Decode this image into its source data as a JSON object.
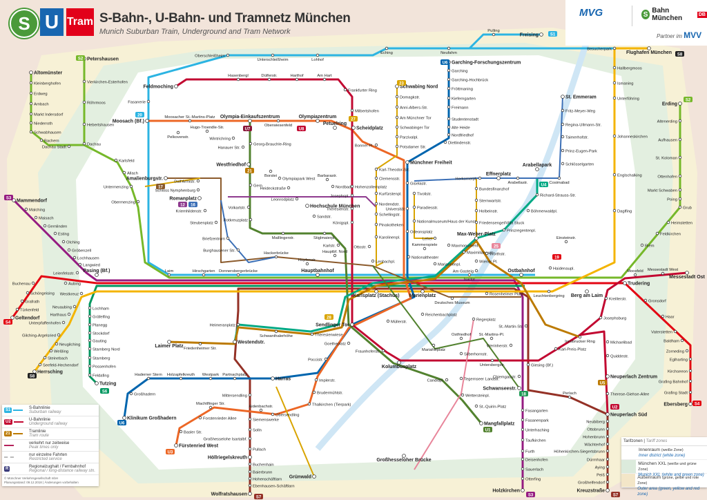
{
  "header": {
    "logo_s": "S",
    "logo_u": "U",
    "logo_tram": "Tram",
    "title": "S-Bahn-, U-Bahn- und Tramnetz München",
    "subtitle": "Munich Suburban Train, Underground and Tram Network",
    "mvg": "MVG",
    "sbahn_brand": "Bahn München",
    "sbahn_s": "S",
    "db": "DB",
    "partner": "Partner im",
    "mvv": "MVV"
  },
  "colors": {
    "S1": "#2cb4e2",
    "S2": "#76b82a",
    "S3": "#951b81",
    "S4": "#e30613",
    "S6": "#00975f",
    "S7": "#943126",
    "S8": "#f4b400",
    "U1": "#52822f",
    "U2": "#c20831",
    "U3": "#ec6726",
    "U4": "#00a984",
    "U5": "#bc7a00",
    "U6": "#0065ae",
    "tram": "#d9a400",
    "tram_pink": "#e8859a",
    "tram_brown": "#8b5a2b",
    "tram_purple": "#8e3a8e",
    "tram_blue": "#3b6fb6"
  },
  "legend": {
    "items": [
      {
        "badge": "S1",
        "label": "S-Bahnlinie",
        "label_en": "Suburban railway"
      },
      {
        "badge": "U2",
        "label": "U-Bahnlinie",
        "label_en": "Underground railway"
      },
      {
        "badge": "21",
        "label": "Tramlinie",
        "label_en": "Tram route"
      },
      {
        "badge": "",
        "label": "verkehrt nur zeitweise",
        "label_en": "Peak times only"
      },
      {
        "badge": "",
        "label": "nur einzelne Fahrten",
        "label_en": "Restricted service"
      },
      {
        "badge": "R",
        "label": "Regionalzughalt / Fernbahnhof",
        "label_en": "Regional / long-distance railway stn."
      }
    ],
    "copyright": "© Münchner Verkehrsgesellschaft mbH",
    "status": "Planungsstand: 09.12.2018 | Änderungen vorbehalten"
  },
  "tariff": {
    "title": "Tarifzonen",
    "title_en": "Tariff zones",
    "zones": [
      {
        "name": "Innenraum",
        "note": "(weiße Zone)",
        "name_en": "Inner district",
        "note_en": "(white zone)",
        "color": "#ffffff"
      },
      {
        "name": "München XXL",
        "note": "(weiße und grüne Zone)",
        "name_en": "Munich XXL",
        "note_en": "(white and green zone)",
        "color": "#dcebdc"
      },
      {
        "name": "Außenraum",
        "note": "(grüne, gelbe und rote Zone)",
        "name_en": "Outer area",
        "note_en": "(green, yellow and red zone)",
        "color": "#f3e6c8"
      }
    ]
  },
  "badges": [
    {
      "text": "S1",
      "color": "#2cb4e2"
    },
    {
      "text": "S8",
      "color": "#222222"
    },
    {
      "text": "S2",
      "color": "#76b82a"
    },
    {
      "text": "S2",
      "color": "#76b82a"
    },
    {
      "text": "S3",
      "color": "#951b81"
    },
    {
      "text": "S4",
      "color": "#e30613"
    },
    {
      "text": "S8",
      "color": "#222222"
    },
    {
      "text": "S6",
      "color": "#00975f"
    },
    {
      "text": "S7",
      "color": "#943126"
    },
    {
      "text": "S3",
      "color": "#951b81"
    },
    {
      "text": "S7",
      "color": "#943126"
    },
    {
      "text": "S4",
      "color": "#e30613"
    },
    {
      "text": "U6",
      "color": "#0065ae"
    },
    {
      "text": "U6",
      "color": "#0065ae"
    },
    {
      "text": "U3",
      "color": "#ec6726"
    },
    {
      "text": "U1",
      "color": "#52822f"
    },
    {
      "text": "U4",
      "color": "#00a984"
    },
    {
      "text": "U5",
      "color": "#bc7a00"
    },
    {
      "text": "U2",
      "color": "#c20831"
    },
    {
      "text": "U7",
      "color": "#8a1538"
    },
    {
      "text": "U8",
      "color": "#c20831"
    },
    {
      "text": "23",
      "color": "#d9a400"
    },
    {
      "text": "17",
      "color": "#8b5a2b"
    },
    {
      "text": "12",
      "color": "#8e3a8e"
    },
    {
      "text": "16",
      "color": "#3b6fb6"
    },
    {
      "text": "27",
      "color": "#d9a400"
    },
    {
      "text": "28",
      "color": "#d9a400"
    },
    {
      "text": "18",
      "color": "#1f9a55"
    },
    {
      "text": "19",
      "color": "#e30613"
    },
    {
      "text": "25",
      "color": "#e8859a"
    },
    {
      "text": "20",
      "color": "#2cb4e2"
    },
    {
      "text": "21",
      "color": "#bc7a00"
    }
  ],
  "stations": [
    "Freising",
    "Pulling",
    "Neufahrn",
    "Eching",
    "Lohhof",
    "Unterschleißheim",
    "Oberschleißheim",
    "Flughafen München",
    "Besucherpark",
    "Hallbergmoos",
    "Ismaning",
    "Unterföhring",
    "Johanneskirchen",
    "Englschalking",
    "Daglfing",
    "Riem",
    "Feldkirchen",
    "Heimstetten",
    "Grub",
    "Poing",
    "Markt Schwaben",
    "Ottenhofen",
    "St. Koloman",
    "Aufhausen",
    "Altenerding",
    "Erding",
    "Garching-Forschungszentrum",
    "Garching",
    "Garching-Hochbrück",
    "Fröttmaning",
    "Kieferngarten",
    "Freimann",
    "Studentenstadt",
    "Alte Heide",
    "Nordfriedhof",
    "Dietlindenstr.",
    "Münchner Freiheit",
    "Giselastr.",
    "Universität",
    "Odeonsplatz",
    "Moosach (Bf.)",
    "Moosacher St.-Martins-Platz",
    "Olympia-Einkaufszentrum",
    "Oberwiesenfeld",
    "Olympiazentrum",
    "Petuelring",
    "Scheidplatz",
    "Bonner Pl.",
    "Feldmoching",
    "Hasenbergl",
    "Dülferstr.",
    "Harthof",
    "Am Hart",
    "Frankfurter Ring",
    "Milbertshofen",
    "Hohenzollernplatz",
    "Josephspl.",
    "Theresienstr.",
    "Königspl.",
    "Schwabing Nord",
    "Domagkstr.",
    "Anni-Albers-Str.",
    "Am Münchner Tor",
    "Schwabinger Tor",
    "Parzivalpl.",
    "Potsdamer Str.",
    "Georg-Brauchle-Ring",
    "Westfriedhof",
    "Gern",
    "Rotkreuzplatz",
    "Maillingerstr.",
    "Stiglmaierpl.",
    "Pelkovenstr.",
    "Hugo-Troendle-Str.",
    "Wintrichring",
    "Hanauer Str.",
    "Borstei",
    "Olympiapark West",
    "Heideckstraße",
    "Leonrodplatz",
    "Hochschule München",
    "Sandstr.",
    "Barbarastr.",
    "Nordbad",
    "Amalienburgstr.",
    "Dall'Armistr.",
    "Schloss Nymphenburg",
    "Romanplatz",
    "Volkartstr.",
    "Kriemhildenstr.",
    "Steubenplatz",
    "Briefzentrum",
    "Burghausener Str.",
    "Laim",
    "Hirschgarten",
    "Donnersbergerbrücke",
    "Hauptbahnhof",
    "Karlsplatz (Stachus)",
    "Marienplatz",
    "Isartor",
    "Rosenheimer Platz",
    "Ostbahnhof",
    "Leuchtenbergring",
    "Berg am Laim",
    "Trudering",
    "Pasing (Bf.)",
    "Leienfelsstr.",
    "Aubing",
    "Westkreuz",
    "Hackerbrücke",
    "Hopfenstr.",
    "Hauptbf. Nord",
    "Karlstr.",
    "Mammendorf",
    "Malching",
    "Maisach",
    "Gernlinden",
    "Esting",
    "Olching",
    "Gröbenzell",
    "Lochhausen",
    "Langwied",
    "Geltendorf",
    "Türkenfeld",
    "Grafrath",
    "Schöngeising",
    "Buchenau",
    "Herrsching",
    "Seefeld-Hechendorf",
    "Steinebach",
    "Weßling",
    "Neugilching",
    "Gilching-Argelsried",
    "Unterpfaffenhofen",
    "Harthaus",
    "Neuaubing",
    "Tutzing",
    "Feldafing",
    "Possenhofen",
    "Starnberg",
    "Starnberg Nord",
    "Gauting",
    "Stockdorf",
    "Planegg",
    "Gräfelfing",
    "Lochham",
    "Sendlinger Tor",
    "Goetheplatz",
    "Poccistr.",
    "Implerstr.",
    "Harras",
    "Partnachplatz",
    "Westpark",
    "Holzapfelkreuth",
    "Haderner Stern",
    "Großhadern",
    "Klinikum Großhadern",
    "Brudermühlstr.",
    "Thalkirchen (Tierpark)",
    "Obersendling",
    "Aidenbachstr.",
    "Machtlfinger Str.",
    "Forstenrieder Allee",
    "Basler Str.",
    "Fürstenried West",
    "Mittersendling",
    "Siemenswerke",
    "Solln",
    "Großhesselohe Isartalbf.",
    "Pullach",
    "Höllriegelskreuth",
    "Buchenhain",
    "Baierbrunn",
    "Hohenschäftlarn",
    "Ebenhausen-Schäftlarn",
    "Wolfratshausen",
    "Laimer Platz",
    "Friedenheimer Str.",
    "Westendstr.",
    "Heimeranplatz",
    "Schwanthalerhöhe",
    "Theresienwiese",
    "Fraunhoferstr.",
    "Kolumbusplatz",
    "Candidpl.",
    "Wettersteinpl.",
    "St.-Quirin-Platz",
    "Mangfallplatz",
    "Müllerstr.",
    "Reichenbachplatz",
    "Mariahilfplatz",
    "Ostfriedhof",
    "St.-Martins-Pl.",
    "Silberhornstr.",
    "Untersbergstr.",
    "Giesing (Bf.)",
    "Regerplatz",
    "St.-Martin-Str.",
    "Werinherstr.",
    "Chiemgaustr.",
    "Schwanseestr.",
    "Tegernseer Landstr.",
    "Karl-Preis-Platz",
    "Innsbrucker Ring",
    "Michaelibad",
    "Quiddestr.",
    "Neuperlach Zentrum",
    "Therese-Giehse-Allee",
    "Neuperlach Süd",
    "Perlach",
    "Fasangarten",
    "Fasanenpark",
    "Unterhaching",
    "Taufkirchen",
    "Furth",
    "Deisenhofen",
    "Sauerlach",
    "Otterfing",
    "Holzkirchen",
    "Neubiberg",
    "Ottobrunn",
    "Hohenbrunn",
    "Wächterhof",
    "Höhenkirchen-Siegertsbrunn",
    "Dürrnhaar",
    "Aying",
    "Peiß",
    "Großhelfendorf",
    "Kreuzstraße",
    "Gronsdorf",
    "Haar",
    "Vaterstetten",
    "Baldham",
    "Zorneding",
    "Eglharting",
    "Kirchseeon",
    "Grafing Bahnhof",
    "Grafing Stadt",
    "Ebersberg",
    "Josephsburg",
    "Kreillerstr.",
    "Moosfeld",
    "Messestadt West",
    "Messestadt Ost",
    "Arabellapark",
    "Arabellastr.",
    "Effnerplatz",
    "Herkomerpl.",
    "Cosimabad",
    "St. Emmeram",
    "Fritz-Meyer-Weg",
    "Regina-Ullmann-Str.",
    "Taimerhofstr.",
    "Prinz-Eugen-Park",
    "Schlösselgarten",
    "Richard-Strauss-Str.",
    "Böhmerwaldpl.",
    "Prinzregentenpl.",
    "Max-Weber-Platz",
    "Lehel",
    "Bundesfinanzhof",
    "Sternwartstr.",
    "Holbeinstr.",
    "Friedensengel/Villa Stuck",
    "Tivolistr.",
    "Paradiesstr.",
    "Nationalmuseum/Haus der Kunst",
    "Maxmonument",
    "Maximilianeum",
    "Wiener Pl.",
    "Mariannenpl.",
    "Am Gasteig",
    "Deutsches Museum",
    "Nationaltheater",
    "Kammerspiele",
    "Lenbachpl.",
    "Karolinenpl.",
    "Ottostr.",
    "Pinakotheken",
    "Schellingstr.",
    "Nordendstr.",
    "Kurfürstenpl.",
    "Clemensstr.",
    "Karl-Theodor-Str.",
    "Wörthstr.",
    "Haidenaupl.",
    "Petershausen",
    "Vierkirchen-Esterhofen",
    "Röhrmoos",
    "Hebertshausen",
    "Dachau",
    "Dachau Stadt",
    "Altomünster",
    "Kleinberghofen",
    "Erdweg",
    "Arnbach",
    "Markt Indersdorf",
    "Niederroth",
    "Schwabhausen",
    "Bachern",
    "Karlsfeld",
    "Allach",
    "Untermenzing",
    "Obermenzing",
    "Fasanerie",
    "Grünwald",
    "Großhesseloher Brücke",
    "Einsteinstr."
  ]
}
